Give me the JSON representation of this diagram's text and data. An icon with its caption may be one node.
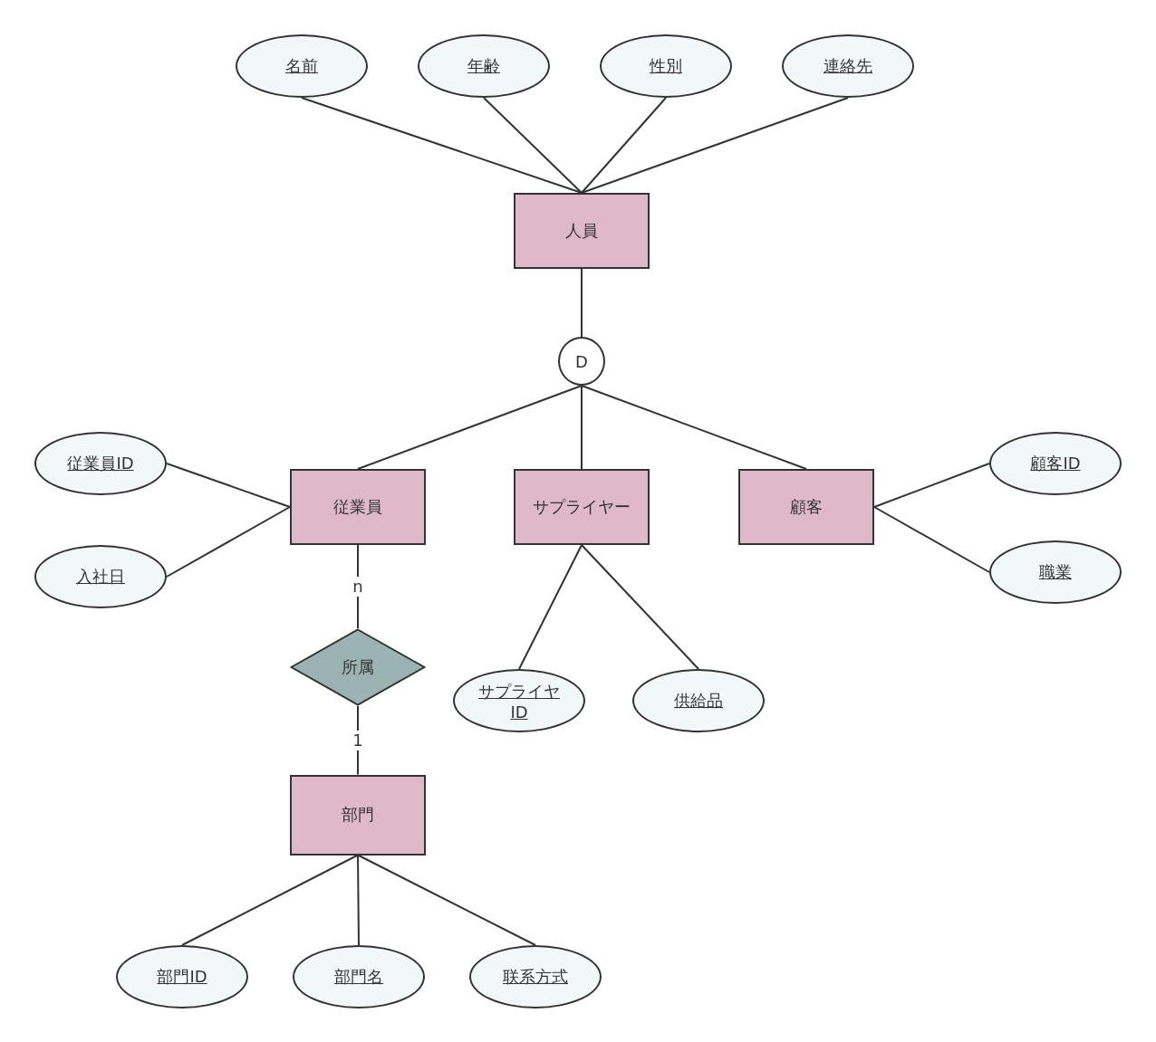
{
  "diagram": {
    "nodes": [
      {
        "text": [
          "名前"
        ]
      },
      {
        "text": [
          "年齢"
        ]
      },
      {
        "text": [
          "性別"
        ]
      },
      {
        "text": [
          "連絡先"
        ]
      },
      {
        "text": [
          "人員"
        ]
      },
      {
        "text": [
          "D"
        ]
      },
      {
        "text": [
          "従業員ID"
        ]
      },
      {
        "text": [
          "入社日"
        ]
      },
      {
        "text": [
          "従業員"
        ]
      },
      {
        "text": [
          "サプライヤー"
        ]
      },
      {
        "text": [
          "顧客"
        ]
      },
      {
        "text": [
          "顧客ID"
        ]
      },
      {
        "text": [
          "職業"
        ]
      },
      {
        "text": [
          "所属"
        ]
      },
      {
        "text": [
          "サプライヤID"
        ]
      },
      {
        "text": [
          "供給品"
        ]
      },
      {
        "text": [
          "部門"
        ]
      },
      {
        "text": [
          "部門ID"
        ]
      },
      {
        "text": [
          "部門名"
        ]
      },
      {
        "text": [
          "联系方式"
        ]
      }
    ],
    "edges": [
      {
        "from": 0,
        "to": 4,
        "arrow": "none"
      },
      {
        "from": 1,
        "to": 4,
        "arrow": "none"
      },
      {
        "from": 2,
        "to": 4,
        "arrow": "none"
      },
      {
        "from": 3,
        "to": 4,
        "arrow": "none"
      },
      {
        "from": 4,
        "to": 5,
        "arrow": "none"
      },
      {
        "from": 5,
        "to": 8,
        "arrow": "none"
      },
      {
        "from": 5,
        "to": 9,
        "arrow": "none"
      },
      {
        "from": 5,
        "to": 10,
        "arrow": "none"
      },
      {
        "from": 6,
        "to": 8,
        "arrow": "none"
      },
      {
        "from": 7,
        "to": 8,
        "arrow": "none"
      },
      {
        "from": 10,
        "to": 11,
        "arrow": "none"
      },
      {
        "from": 10,
        "to": 12,
        "arrow": "none"
      },
      {
        "from": 9,
        "to": 14,
        "arrow": "none"
      },
      {
        "from": 9,
        "to": 15,
        "arrow": "none"
      },
      {
        "from": 8,
        "to": 13,
        "arrow": "none",
        "label": "n"
      },
      {
        "from": 13,
        "to": 16,
        "arrow": "none",
        "label": "1"
      },
      {
        "from": 16,
        "to": 17,
        "arrow": "none"
      },
      {
        "from": 16,
        "to": 18,
        "arrow": "none"
      },
      {
        "from": 16,
        "to": 19,
        "arrow": "none"
      }
    ]
  }
}
